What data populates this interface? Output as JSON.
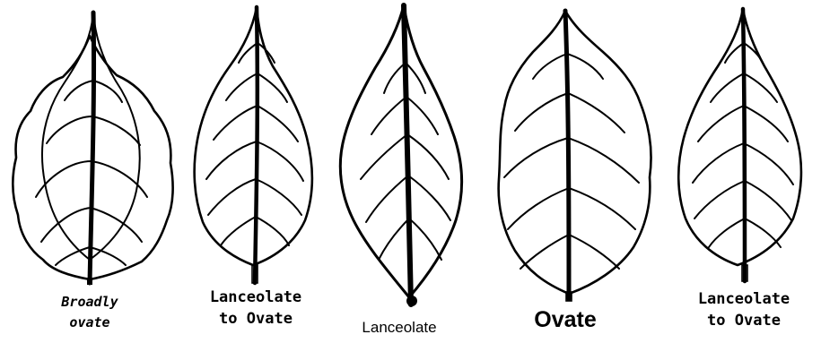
{
  "leaves": [
    {
      "id": "broadly-ovate",
      "caption": [
        "Broadly",
        "ovate"
      ]
    },
    {
      "id": "lanceolate-to-ovate-1",
      "caption": [
        "Lanceolate",
        "to Ovate"
      ]
    },
    {
      "id": "lanceolate",
      "caption": [
        "Lanceolate"
      ]
    },
    {
      "id": "ovate",
      "caption": [
        "Ovate"
      ]
    },
    {
      "id": "lanceolate-to-ovate-2",
      "caption": [
        "Lanceolate",
        "to Ovate"
      ]
    }
  ]
}
